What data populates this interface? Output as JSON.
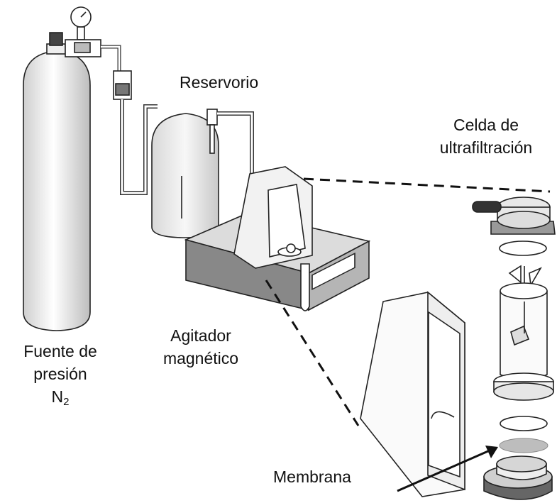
{
  "labels": {
    "reservoir": "Reservorio",
    "cell_line1": "Celda de",
    "cell_line2": "ultrafiltración",
    "stirrer_line1": "Agitador",
    "stirrer_line2": "magnético",
    "source_line1": "Fuente de",
    "source_line2": "presión",
    "source_gas": "N",
    "source_gas_sub": "2",
    "membrane": "Membrana"
  }
}
